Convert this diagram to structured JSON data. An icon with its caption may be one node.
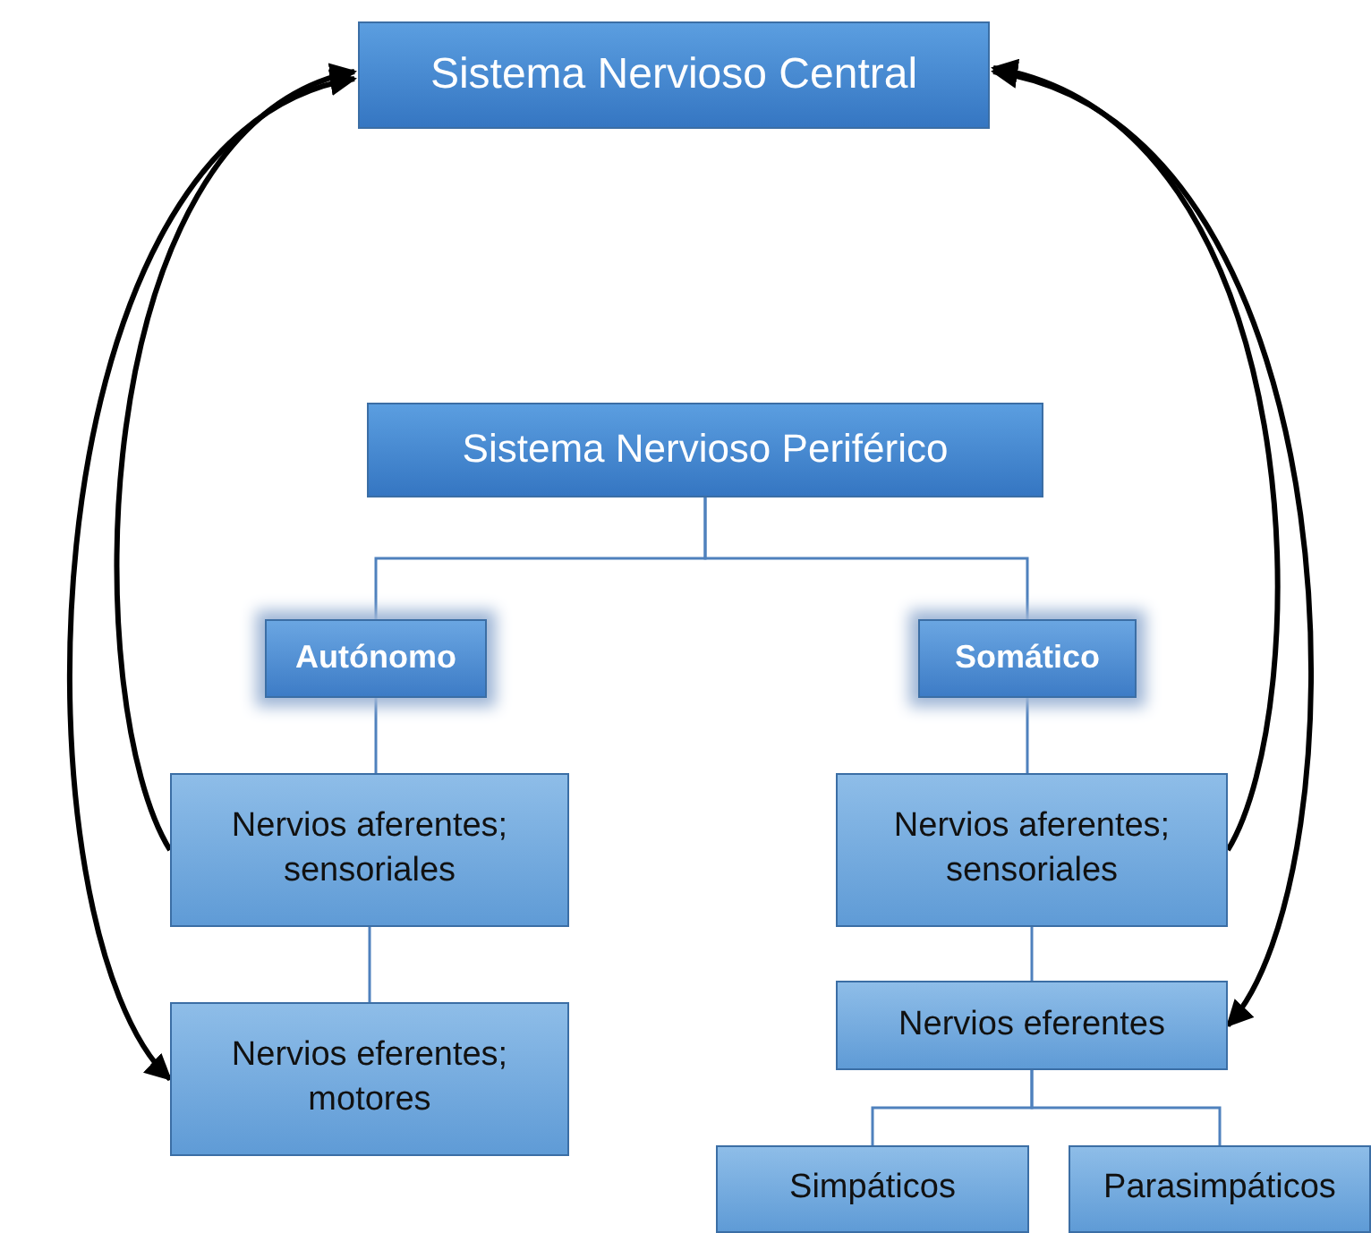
{
  "diagram": {
    "nodes": [
      {
        "text": [
          "Sistema Nervioso Central"
        ]
      },
      {
        "text": [
          "Sistema Nervioso Periférico"
        ]
      },
      {
        "text": [
          "Autónomo"
        ]
      },
      {
        "text": [
          "Somático"
        ]
      },
      {
        "text": [
          "Nervios aferentes; sensoriales"
        ]
      },
      {
        "text": [
          "Nervios eferentes; motores"
        ]
      },
      {
        "text": [
          "Nervios aferentes; sensoriales"
        ]
      },
      {
        "text": [
          "Nervios eferentes"
        ]
      },
      {
        "text": [
          "Simpáticos"
        ]
      },
      {
        "text": [
          "Parasimpáticos"
        ]
      }
    ],
    "edges": [
      {
        "from": 1,
        "to": 2,
        "arrow": "none"
      },
      {
        "from": 1,
        "to": 3,
        "arrow": "none"
      },
      {
        "from": 2,
        "to": 4,
        "arrow": "none"
      },
      {
        "from": 4,
        "to": 5,
        "arrow": "none"
      },
      {
        "from": 3,
        "to": 6,
        "arrow": "none"
      },
      {
        "from": 6,
        "to": 7,
        "arrow": "none"
      },
      {
        "from": 7,
        "to": 8,
        "arrow": "none"
      },
      {
        "from": 7,
        "to": 9,
        "arrow": "none"
      },
      {
        "from": 4,
        "to": 0,
        "arrow": "to",
        "style": "thick",
        "color": "#000000"
      },
      {
        "from": 5,
        "to": 0,
        "arrow": "both",
        "style": "thick",
        "color": "#000000"
      },
      {
        "from": 6,
        "to": 0,
        "arrow": "to",
        "style": "thick",
        "color": "#000000"
      },
      {
        "from": 7,
        "to": 0,
        "arrow": "both",
        "style": "thick",
        "color": "#000000"
      }
    ]
  }
}
